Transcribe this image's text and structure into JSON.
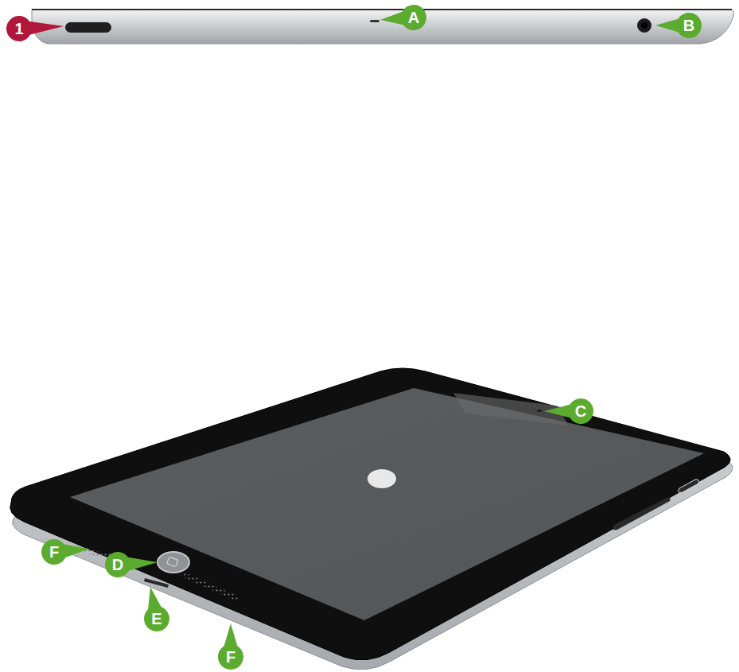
{
  "diagram": {
    "labels": [
      "1",
      "A",
      "B",
      "C",
      "D",
      "E",
      "F",
      "F"
    ]
  }
}
